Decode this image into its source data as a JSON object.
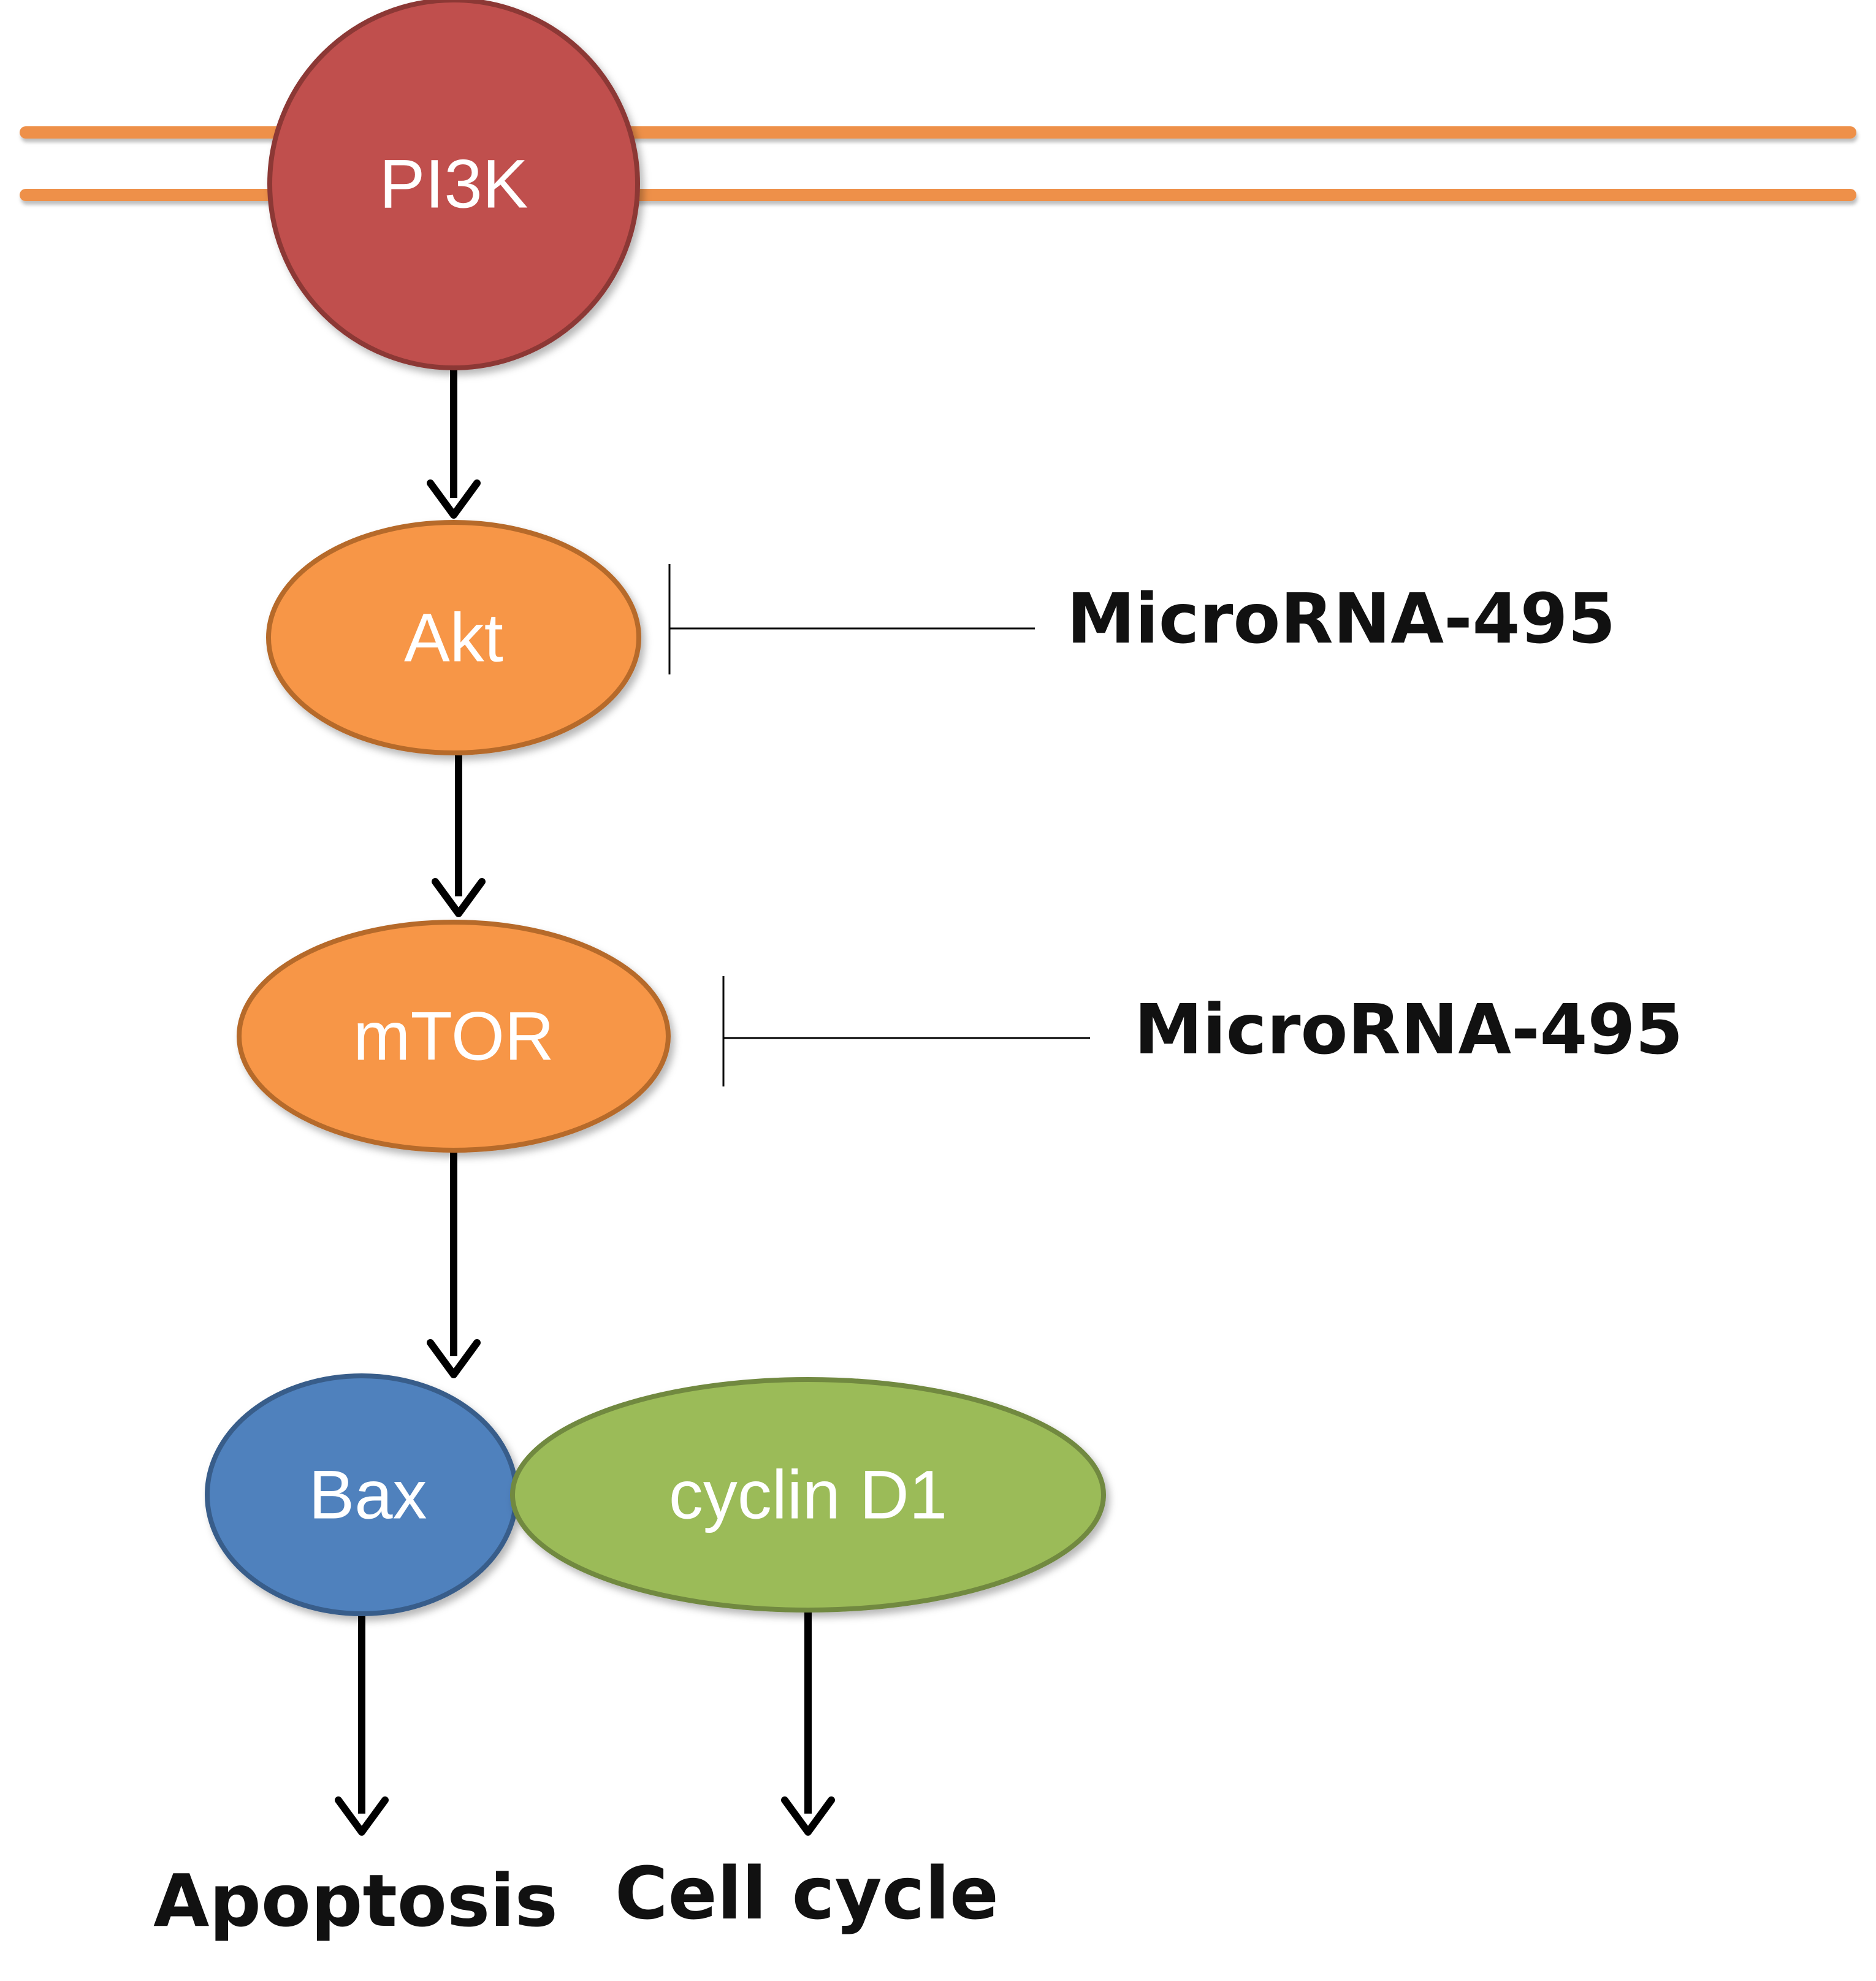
{
  "colors": {
    "membrane": "#EE9048",
    "pi3k_fill": "#C0504D",
    "pi3k_stroke": "#8C3836",
    "orange_fill": "#F79646",
    "orange_stroke": "#B66A2C",
    "bax_fill": "#4F81BD",
    "bax_stroke": "#385D8A",
    "cyclin_fill": "#9BBB59",
    "cyclin_stroke": "#71893F",
    "arrow": "#000000"
  },
  "nodes": {
    "pi3k": "PI3K",
    "akt": "Akt",
    "mtor": "mTOR",
    "bax": "Bax",
    "cyclin": "cyclin D1"
  },
  "inhibitors": {
    "akt_inhibitor": "MicroRNA-495",
    "mtor_inhibitor": "MicroRNA-495"
  },
  "outcomes": {
    "apoptosis": "Apoptosis",
    "cell_cycle": "Cell cycle"
  }
}
